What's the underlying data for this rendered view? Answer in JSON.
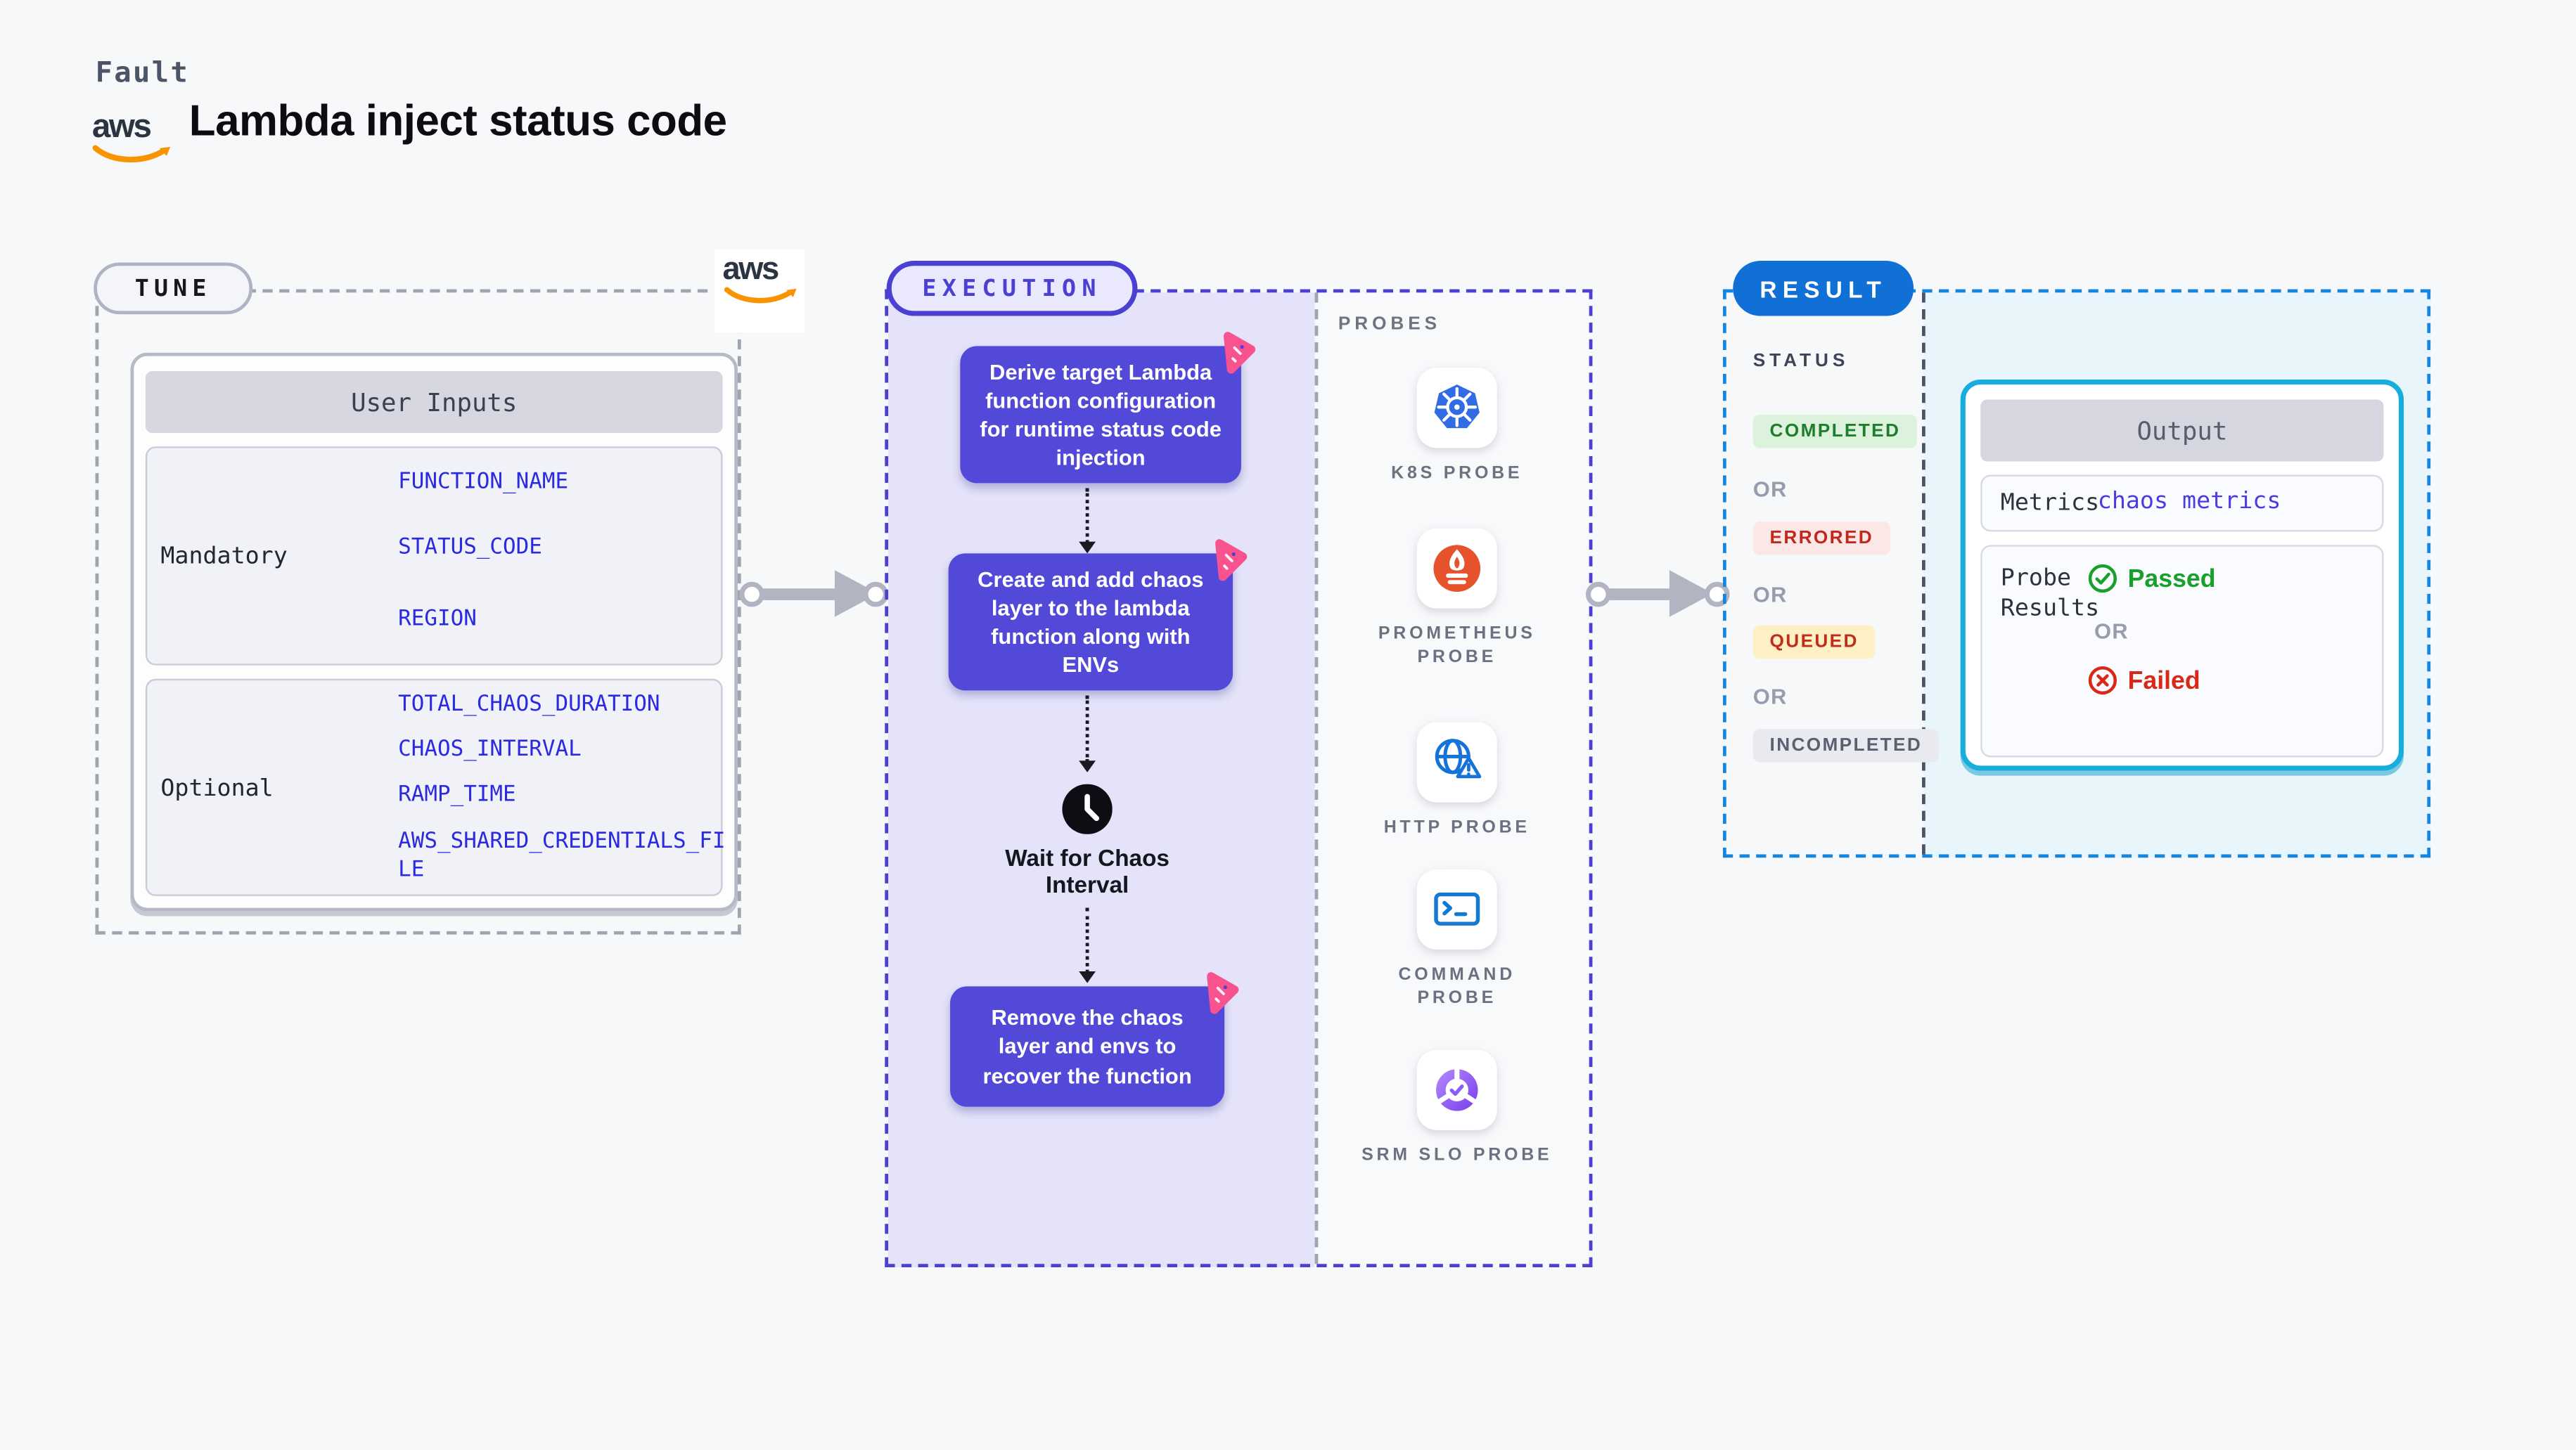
{
  "header": {
    "category": "Fault",
    "title": "Lambda inject status code",
    "aws_logo_text": "aws"
  },
  "tune": {
    "pill": "TUNE",
    "aws_logo_text": "aws",
    "table": {
      "header": "User Inputs",
      "mandatory_label": "Mandatory",
      "mandatory_values": [
        "FUNCTION_NAME",
        "STATUS_CODE",
        "REGION"
      ],
      "optional_label": "Optional",
      "optional_values": [
        "TOTAL_CHAOS_DURATION",
        "CHAOS_INTERVAL",
        "RAMP_TIME",
        "AWS_SHARED_CREDENTIALS_FILE"
      ]
    }
  },
  "execution": {
    "pill": "EXECUTION",
    "steps": [
      "Derive target Lambda function configuration for runtime status code injection",
      "Create and add chaos layer to the lambda function along with ENVs",
      "Remove the chaos layer and envs to recover the function"
    ],
    "wait_label": "Wait for Chaos Interval"
  },
  "probes": {
    "label": "PROBES",
    "items": [
      {
        "name": "K8S PROBE",
        "icon": "kubernetes-icon"
      },
      {
        "name": "PROMETHEUS PROBE",
        "icon": "prometheus-icon"
      },
      {
        "name": "HTTP PROBE",
        "icon": "http-globe-icon"
      },
      {
        "name": "COMMAND PROBE",
        "icon": "terminal-icon"
      },
      {
        "name": "SRM SLO PROBE",
        "icon": "srm-slo-icon"
      }
    ]
  },
  "result": {
    "pill": "RESULT",
    "status_label": "STATUS",
    "or_label": "OR",
    "statuses": [
      {
        "label": "COMPLETED",
        "type": "completed"
      },
      {
        "label": "ERRORED",
        "type": "errored"
      },
      {
        "label": "QUEUED",
        "type": "queued"
      },
      {
        "label": "INCOMPLETED",
        "type": "incompleted"
      }
    ],
    "output": {
      "header": "Output",
      "metrics_label": "Metrics",
      "metrics_link": "chaos metrics",
      "probe_results_label": "Probe Results",
      "passed_label": "Passed",
      "failed_label": "Failed"
    }
  },
  "colors": {
    "page_bg": "#f7f8fa",
    "step_indigo": "#5349d8",
    "execution_border": "#4b40d2",
    "lavender_bg": "#e4e3f9",
    "env_blue": "#2a2ae0",
    "result_pill_blue": "#1170d6",
    "result_border_blue": "#1486e0",
    "output_border_cyan": "#17aede",
    "cyan_panel_bg": "#e8f5fb",
    "aws_orange": "#f79400",
    "litmus_pink": "#f8528f",
    "completed_green": "#1d7f2c",
    "errored_red": "#c3261d",
    "queued_amber_bg": "#fdf0c4",
    "incompleted_grey": "#5a6070",
    "passed_green": "#17a02c",
    "failed_red": "#da2817",
    "kubernetes_blue": "#326ce5",
    "prometheus_orange": "#e6522c",
    "http_blue": "#1472d8",
    "srm_purple": "#7c3aed",
    "arrow_grey": "#b2b5c1"
  }
}
